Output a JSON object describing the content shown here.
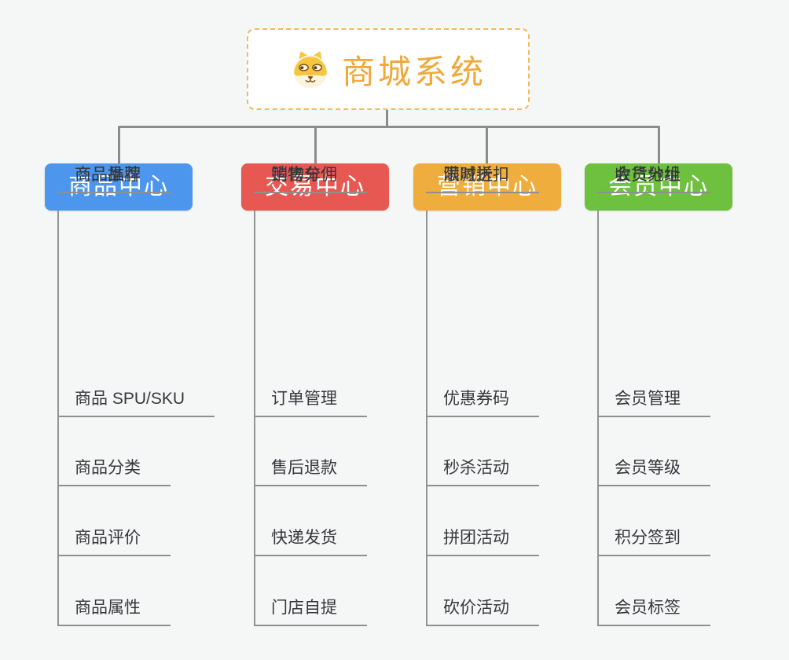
{
  "page": {
    "background_color": "#f5f6f6",
    "connector_color": "#8c8c8c",
    "line_color": "#8f8f8f",
    "leaf_text_color": "#36373b"
  },
  "root": {
    "title": "商城系统",
    "icon": "dog-face-icon",
    "text_color": "#f0a83b",
    "border_color": "#f3b85c"
  },
  "branches": [
    {
      "id": "product-center",
      "label": "商品中心",
      "color": "#4d96ee",
      "children": [
        "商品 SPU/SKU",
        "商品分类",
        "商品评价",
        "商品属性",
        "商品推荐",
        "商品品牌"
      ]
    },
    {
      "id": "trade-center",
      "label": "交易中心",
      "color": "#e85852",
      "children": [
        "订单管理",
        "售后退款",
        "快递发货",
        "门店自提",
        "购物车",
        "销售分佣"
      ]
    },
    {
      "id": "marketing-center",
      "label": "营销中心",
      "color": "#efad3d",
      "children": [
        "优惠券码",
        "秒杀活动",
        "拼团活动",
        "砍价活动",
        "限时折扣",
        "满减送"
      ]
    },
    {
      "id": "member-center",
      "label": "会员中心",
      "color": "#6ec13e",
      "children": [
        "会员管理",
        "会员等级",
        "积分签到",
        "会员标签",
        "会员分组",
        "收货地址"
      ]
    }
  ]
}
